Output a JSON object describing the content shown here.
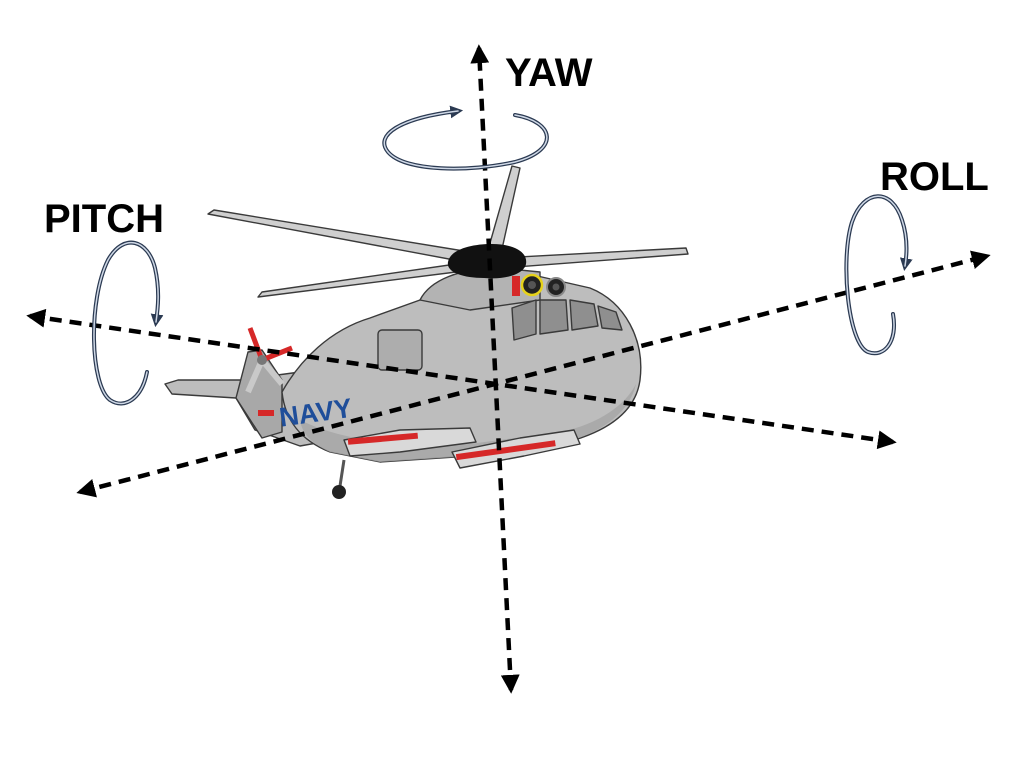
{
  "labels": {
    "yaw": "YAW",
    "pitch": "PITCH",
    "roll": "ROLL",
    "fuselage_marking": "NAVY"
  },
  "colors": {
    "axis": "#000000",
    "rotation_arrow": "#2b3a52",
    "rotation_arrow_highlight": "#cfd8e6",
    "fuselage": "#bdbdbd",
    "fuselage_shade": "#a5a5a5",
    "rotor_blade": "#cfcfcf",
    "rotor_hub": "#111111",
    "marking_text": "#1f4e9a",
    "accent_red": "#d62828",
    "window": "#8f8f8f"
  },
  "icons": {
    "yaw_rotation": "rotation-arrow-icon",
    "pitch_rotation": "rotation-arrow-icon",
    "roll_rotation": "rotation-arrow-icon",
    "aircraft": "helicopter-icon"
  }
}
